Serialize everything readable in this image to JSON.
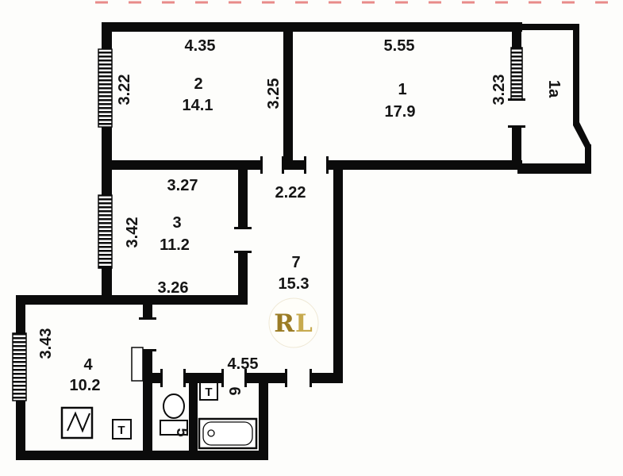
{
  "rooms": {
    "r1": {
      "number": "1",
      "area": "17.9",
      "dim_top": "5.55",
      "dim_right": "3.23"
    },
    "r2": {
      "number": "2",
      "area": "14.1",
      "dim_top": "4.35",
      "dim_left": "3.22",
      "dim_right": "3.25"
    },
    "r3": {
      "number": "3",
      "area": "11.2",
      "dim_top": "3.27",
      "dim_left": "3.42",
      "dim_bottom": "3.26"
    },
    "r4": {
      "number": "4",
      "area": "10.2",
      "dim_left": "3.43"
    },
    "r5": {
      "number": "5"
    },
    "r6": {
      "number": "6"
    },
    "r7": {
      "number": "7",
      "area": "15.3",
      "dim_top": "2.22"
    },
    "balcony": {
      "number": "1a"
    },
    "hall": {
      "dim_width": "4.55"
    }
  },
  "fixtures": {
    "towel_rail_1": "T",
    "towel_rail_2": "T"
  },
  "watermark": {
    "letter_r": "R",
    "letter_l": "L",
    "r_color": "#9b7c25",
    "l_color": "#c7aa4e"
  },
  "colors": {
    "wall": "#0b0b0b",
    "paper": "#fdfdfb",
    "scan_mark": "#e05a5a"
  }
}
